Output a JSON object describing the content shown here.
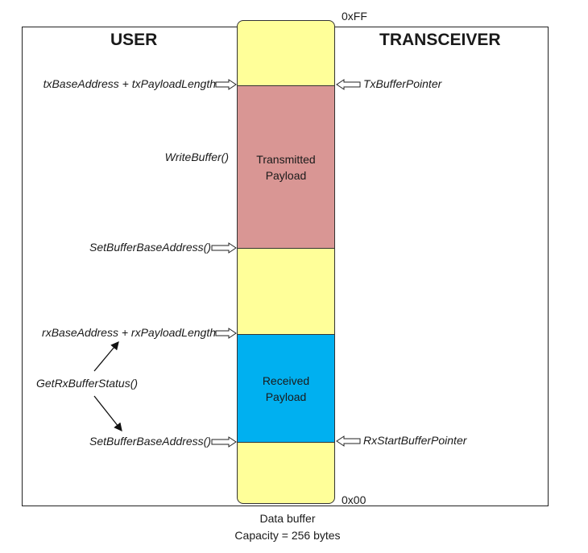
{
  "user_label": "USER",
  "transceiver_label": "TRANSCEIVER",
  "address_top": "0xFF",
  "address_bottom": "0x00",
  "buffer": {
    "transmitted_label": "Transmitted\nPayload",
    "received_label": "Received\nPayload",
    "transmitted_color": "#d99694",
    "received_color": "#00b0f0",
    "free_color": "#ffff99"
  },
  "left_labels": {
    "tx_end": "txBaseAddress + txPayloadLength",
    "write_buffer": "WriteBuffer()",
    "set_base_tx": "SetBufferBaseAddress()",
    "rx_end": "rxBaseAddress + rxPayloadLength",
    "get_status": "GetRxBufferStatus()",
    "set_base_rx": "SetBufferBaseAddress()"
  },
  "right_labels": {
    "tx_pointer": "TxBufferPointer",
    "rx_pointer": "RxStartBufferPointer"
  },
  "caption": {
    "line1": "Data buffer",
    "line2": "Capacity = 256 bytes"
  }
}
